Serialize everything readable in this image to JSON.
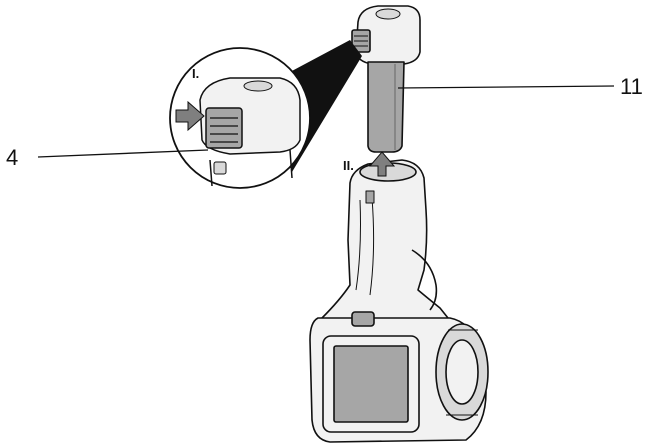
{
  "callouts": {
    "left": "4",
    "right": "11"
  },
  "steps": {
    "one": "I.",
    "two": "II."
  },
  "colors": {
    "line": "#111111",
    "fill_light": "#f2f2f2",
    "fill_mid": "#d9d9d9",
    "fill_dark": "#a6a6a6",
    "arrow": "#7f7f7f"
  }
}
